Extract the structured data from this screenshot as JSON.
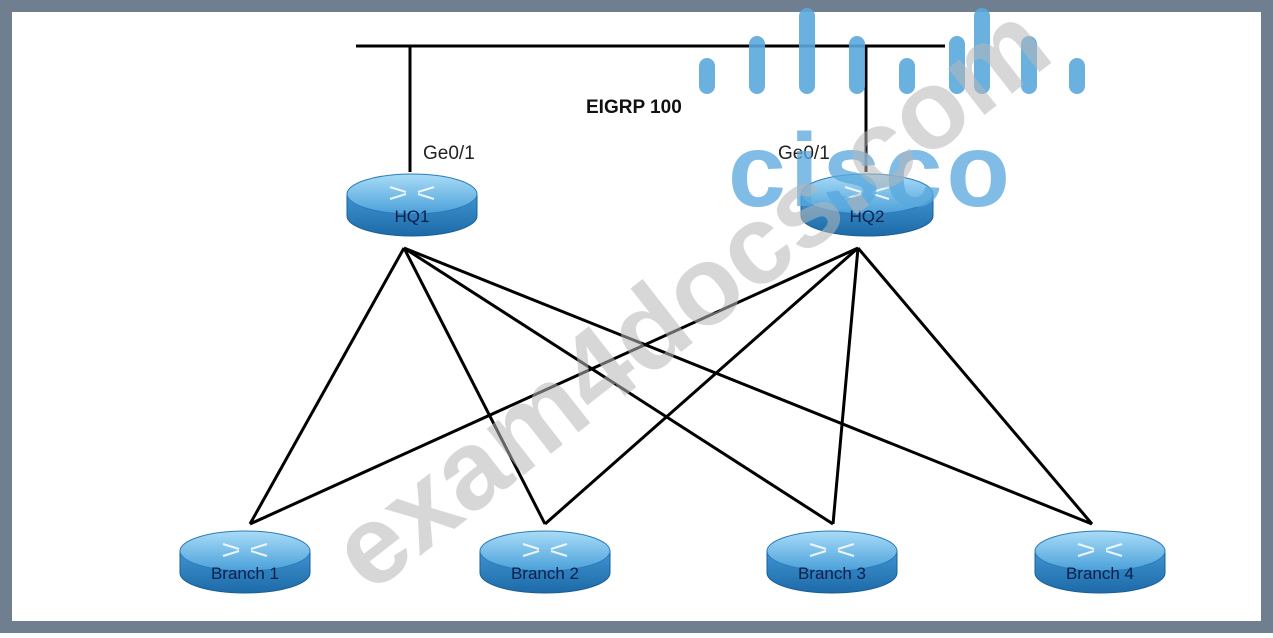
{
  "diagram": {
    "protocol_label": "EIGRP 100",
    "routers": [
      {
        "id": "hq1",
        "label": "HQ1",
        "port": "Ge0/1"
      },
      {
        "id": "hq2",
        "label": "HQ2",
        "port": "Ge0/1"
      },
      {
        "id": "br1",
        "label": "Branch 1"
      },
      {
        "id": "br2",
        "label": "Branch 2"
      },
      {
        "id": "br3",
        "label": "Branch 3"
      },
      {
        "id": "br4",
        "label": "Branch 4"
      }
    ],
    "links": [
      [
        "hq1",
        "br1"
      ],
      [
        "hq1",
        "br2"
      ],
      [
        "hq1",
        "br3"
      ],
      [
        "hq1",
        "br4"
      ],
      [
        "hq2",
        "br1"
      ],
      [
        "hq2",
        "br2"
      ],
      [
        "hq2",
        "br3"
      ],
      [
        "hq2",
        "br4"
      ]
    ]
  },
  "watermark": {
    "text": "exam4docs.com",
    "logo_text": "cisco"
  },
  "colors": {
    "frame": "#6f7f8f",
    "router_top": "#7fc3ec",
    "router_side": "#2f86c6",
    "link": "#000000",
    "logo": "#5aa9dd"
  }
}
